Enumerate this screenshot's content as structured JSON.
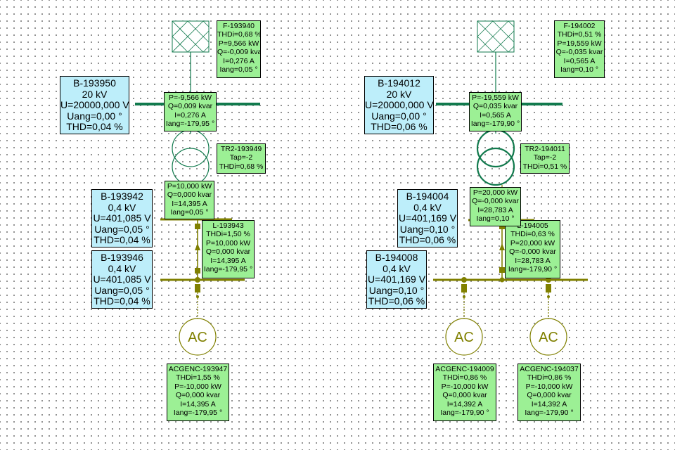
{
  "colors": {
    "mv_line": "#117a4d",
    "lv_line": "#808000",
    "bus_box": "#bdeefa",
    "result_box": "#9cf095"
  },
  "left": {
    "feeder": {
      "name": "F-193940",
      "lines": [
        "THDi=0,68 %",
        "P=9,566 kW",
        "Q=-0,009 kvar",
        "I=0,276 A",
        "Iang=0,05 °"
      ]
    },
    "mv_bus": {
      "name": "B-193950",
      "lines": [
        "20 kV",
        "U=20000,000 V",
        "Uang=0,00 °",
        "THD=0,04 %"
      ]
    },
    "tr_hv_flow": [
      "P=-9,566 kW",
      "Q=0,009 kvar",
      "I=0,276 A",
      "Iang=-179,95 °"
    ],
    "transformer": {
      "name": "TR2-193949",
      "lines": [
        "Tap=-2",
        "THDi=0,68 %"
      ]
    },
    "tr_lv_flow": [
      "P=10,000 kW",
      "Q=0,000 kvar",
      "I=14,395 A",
      "Iang=0,05 °"
    ],
    "lv_bus_1": {
      "name": "B-193942",
      "lines": [
        "0,4 kV",
        "U=401,085 V",
        "Uang=0,05 °",
        "THD=0,04 %"
      ]
    },
    "line": {
      "name": "L-193943",
      "lines": [
        "THDi=1,50 %",
        "P=10,000 kW",
        "Q=0,000 kvar",
        "I=14,395 A",
        "Iang=-179,95 °"
      ]
    },
    "lv_bus_2": {
      "name": "B-193946",
      "lines": [
        "0,4 kV",
        "U=401,085 V",
        "Uang=0,05 °",
        "THD=0,04 %"
      ]
    },
    "generators": [
      {
        "symbol": "AC",
        "name": "ACGENC-193947",
        "lines": [
          "THDi=1,55 %",
          "P=-10,000 kW",
          "Q=0,000 kvar",
          "I=14,395 A",
          "Iang=-179,95 °"
        ]
      }
    ]
  },
  "right": {
    "feeder": {
      "name": "F-194002",
      "lines": [
        "THDi=0,51 %",
        "P=19,559 kW",
        "Q=-0,035 kvar",
        "I=0,565 A",
        "Iang=0,10 °"
      ]
    },
    "mv_bus": {
      "name": "B-194012",
      "lines": [
        "20 kV",
        "U=20000,000 V",
        "Uang=0,00 °",
        "THD=0,06 %"
      ]
    },
    "tr_hv_flow": [
      "P=-19,559 kW",
      "Q=0,035 kvar",
      "I=0,565 A",
      "Iang=-179,90 °"
    ],
    "transformer": {
      "name": "TR2-194011",
      "lines": [
        "Tap=-2",
        "THDi=0,51 %"
      ]
    },
    "tr_lv_flow": [
      "P=20,000 kW",
      "Q=-0,000 kvar",
      "I=28,783 A",
      "Iang=0,10 °"
    ],
    "lv_bus_1": {
      "name": "B-194004",
      "lines": [
        "0,4 kV",
        "U=401,169 V",
        "Uang=0,10 °",
        "THD=0,06 %"
      ]
    },
    "line": {
      "name": "L-194005",
      "lines": [
        "THDi=0,63 %",
        "P=20,000 kW",
        "Q=-0,000 kvar",
        "I=28,783 A",
        "Iang=-179,90 °"
      ]
    },
    "lv_bus_2": {
      "name": "B-194008",
      "lines": [
        "0,4 kV",
        "U=401,169 V",
        "Uang=0,10 °",
        "THD=0,06 %"
      ]
    },
    "generators": [
      {
        "symbol": "AC",
        "name": "ACGENC-194009",
        "lines": [
          "THDi=0,86 %",
          "P=-10,000 kW",
          "Q=0,000 kvar",
          "I=14,392 A",
          "Iang=-179,90 °"
        ]
      },
      {
        "symbol": "AC",
        "name": "ACGENC-194037",
        "lines": [
          "THDi=0,86 %",
          "P=-10,000 kW",
          "Q=0,000 kvar",
          "I=14,392 A",
          "Iang=-179,90 °"
        ]
      }
    ]
  }
}
